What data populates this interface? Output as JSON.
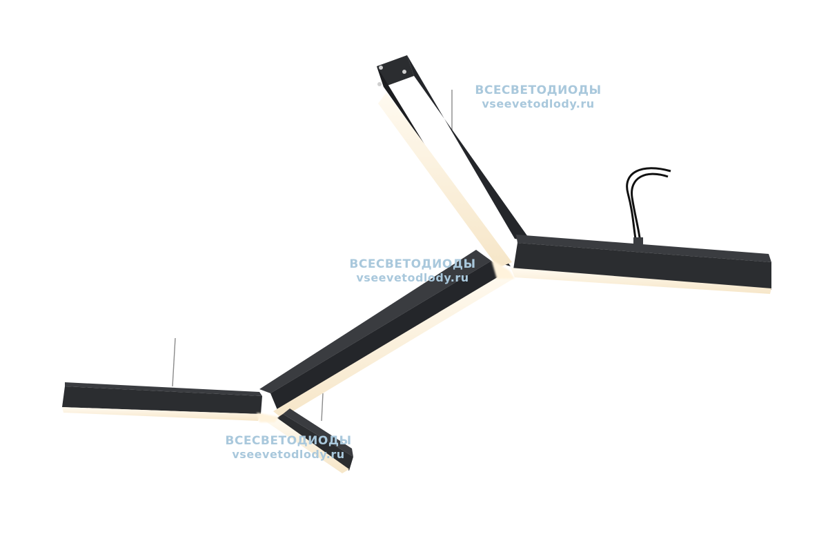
{
  "watermarks": [
    {
      "title": "ВСЕСВЕТОДИОДЫ",
      "url": "vseevetodlody.ru"
    },
    {
      "title": "ВСЕСВЕТОДИОДЫ",
      "url": "vseevetodlody.ru"
    },
    {
      "title": "ВСЕСВЕТОДИОДЫ",
      "url": "vseevetodlody.ru"
    }
  ],
  "colors": {
    "background": "#ffffff",
    "housing": "#2b2d30",
    "housing_dark": "#1c1d20",
    "housing_light": "#3a3c40",
    "diffuser": "#fff6e4",
    "diffuser_edge": "#f3e2c2",
    "cable": "#111111",
    "suspension_wire": "#8a8a8a",
    "watermark": "#a9c8dc"
  },
  "icons": [
    "pendant-linear-lamp"
  ]
}
